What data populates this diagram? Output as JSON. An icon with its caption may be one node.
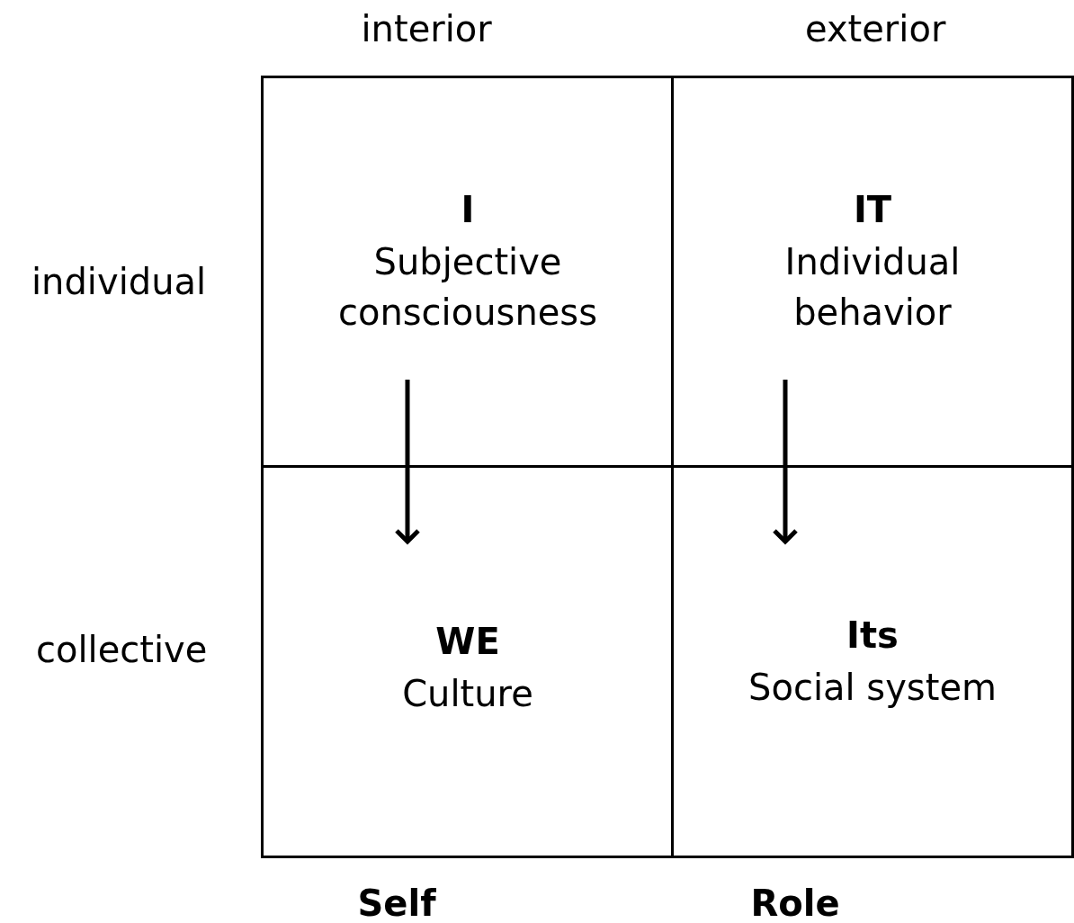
{
  "diagram": {
    "nodes": [
      {
        "text": [
          "I",
          "Subjective consciousness"
        ]
      },
      {
        "text": [
          "IT",
          "Individual behavior"
        ]
      },
      {
        "text": [
          "WE",
          "Culture"
        ]
      },
      {
        "text": [
          "Its",
          "Social system"
        ]
      }
    ],
    "edges": [
      {
        "from": 0,
        "to": 2,
        "arrow": "to"
      },
      {
        "from": 1,
        "to": 3,
        "arrow": "to"
      }
    ],
    "labels": [
      "interior",
      "exterior",
      "individual",
      "collective",
      "Self",
      "Role"
    ]
  }
}
